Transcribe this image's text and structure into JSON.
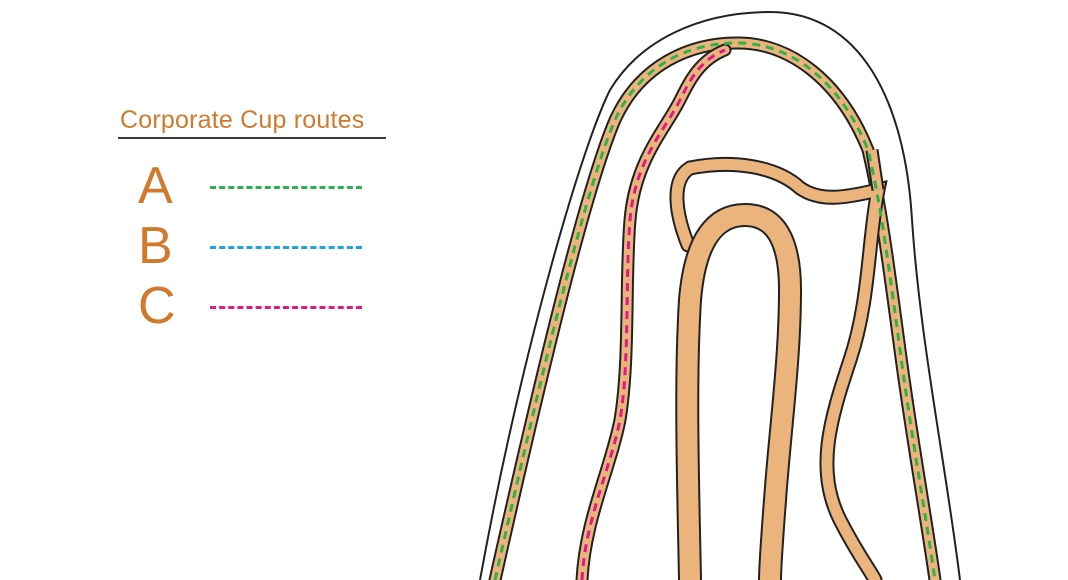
{
  "legend": {
    "title": "Corporate Cup routes",
    "routes": [
      {
        "label": "A",
        "color": "#2fb24a"
      },
      {
        "label": "B",
        "color": "#1ea3e3"
      },
      {
        "label": "C",
        "color": "#e0198a"
      }
    ]
  },
  "colors": {
    "accent": "#d17a2c",
    "path_fill": "#eab47c",
    "outline": "#222222",
    "rule": "#3a3a3a"
  }
}
